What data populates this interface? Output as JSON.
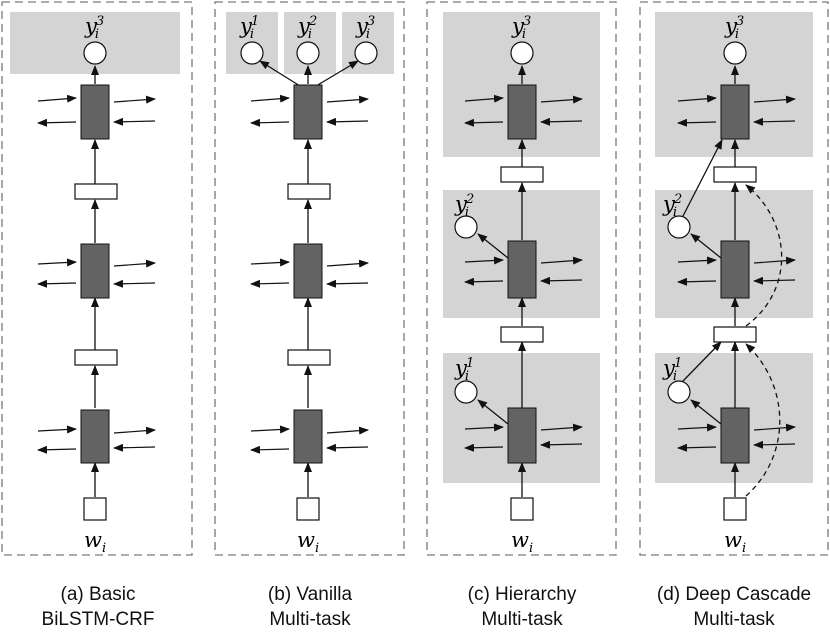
{
  "labels": {
    "y1": "y",
    "y2": "y",
    "y3": "y",
    "sub": "i",
    "sup1": "1",
    "sup2": "2",
    "sup3": "3",
    "w": "w"
  },
  "captions": [
    {
      "line1": "(a) Basic",
      "line2": "BiLSTM-CRF"
    },
    {
      "line1": "(b) Vanilla",
      "line2": "Multi-task"
    },
    {
      "line1": "(c) Hierarchy",
      "line2": "Multi-task"
    },
    {
      "line1": "(d) Deep Cascade",
      "line2": "Multi-task"
    }
  ],
  "colors": {
    "shade": "#d4d4d4",
    "lstm": "#636363",
    "border": "#7a7a7a",
    "stroke": "#111111"
  }
}
